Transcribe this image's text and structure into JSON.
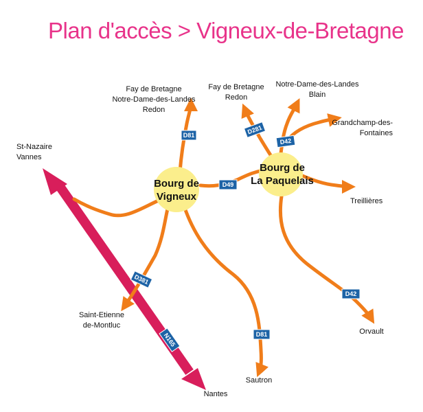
{
  "title": "Plan d'accès > Vigneux-de-Bretagne",
  "colors": {
    "title": "#e8338a",
    "main_road": "#d81e5b",
    "secondary_road": "#f07d1a",
    "town_circle": "#fbee8c",
    "road_badge": "#1d63a6"
  },
  "towns": {
    "vigneux": [
      "Bourg de",
      "Vigneux"
    ],
    "paquelais": [
      "Bourg de",
      "La Paquelais"
    ]
  },
  "destinations": {
    "fay_notre_dame_redon": [
      "Fay de Bretagne",
      "Notre-Dame-des-Landes",
      "Redon"
    ],
    "fay_redon": [
      "Fay de Bretagne",
      "Redon"
    ],
    "notre_dame_blain": [
      "Notre-Dame-des-Landes",
      "Blain"
    ],
    "grandchamp": [
      "Grandchamp-des-",
      "Fontaines"
    ],
    "st_nazaire": [
      "St-Nazaire",
      "Vannes"
    ],
    "treillieres": "Treillières",
    "saint_etienne": [
      "Saint-Etienne",
      "de-Montluc"
    ],
    "orvault": "Orvault",
    "sautron": "Sautron",
    "nantes": "Nantes"
  },
  "road_labels": {
    "d81_north": "D81",
    "d281": "D281",
    "d42_north": "D42",
    "d49": "D49",
    "d381": "D381",
    "d42_south": "D42",
    "d81_south": "D81",
    "n165": "N165"
  }
}
